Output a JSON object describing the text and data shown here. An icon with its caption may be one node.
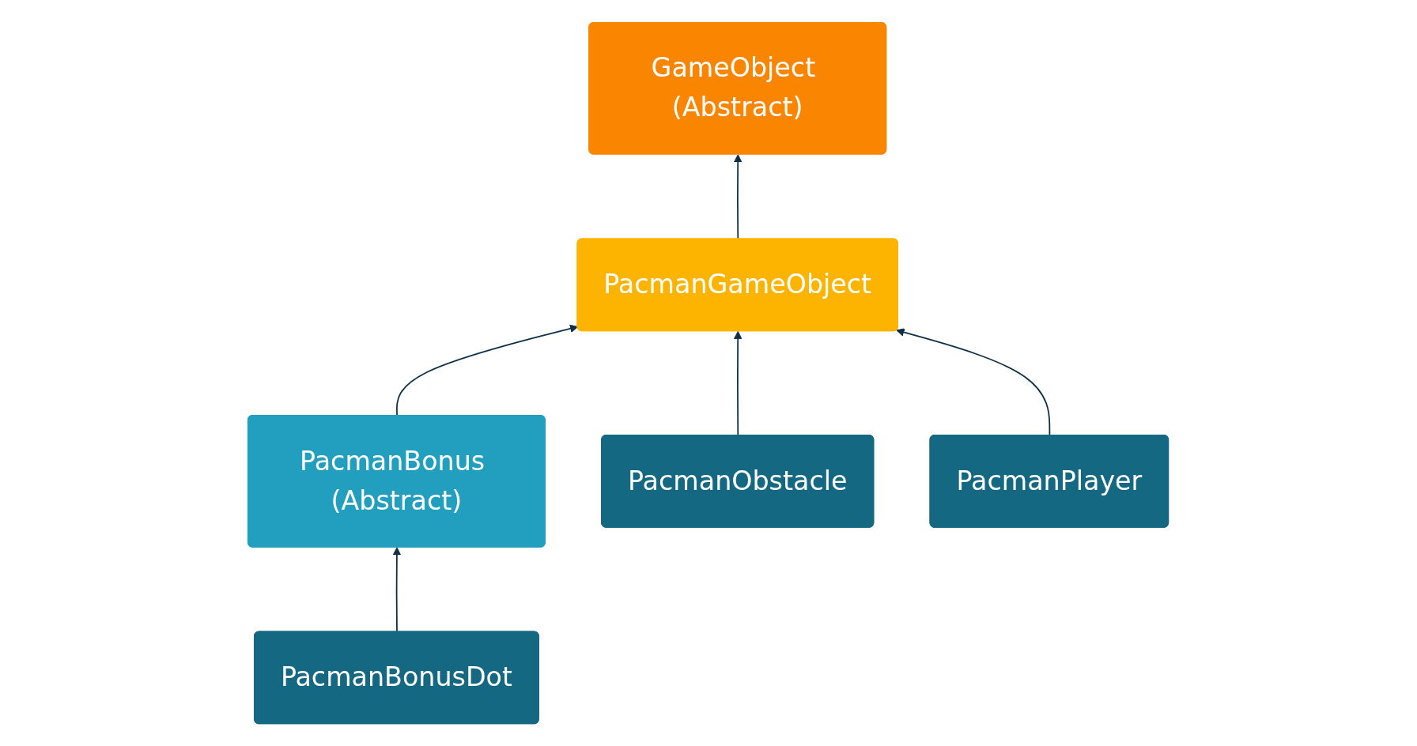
{
  "diagram": {
    "nodes": [
      {
        "text": [
          "GameObject (Abstract)"
        ]
      },
      {
        "text": [
          "PacmanGameObject"
        ]
      },
      {
        "text": [
          "PacmanBonus (Abstract)"
        ]
      },
      {
        "text": [
          "PacmanObstacle"
        ]
      },
      {
        "text": [
          "PacmanPlayer"
        ]
      },
      {
        "text": [
          "PacmanBonusDot"
        ]
      }
    ],
    "edges": [
      {
        "from": 1,
        "to": 0,
        "arrow": "to"
      },
      {
        "from": 2,
        "to": 1,
        "arrow": "to"
      },
      {
        "from": 3,
        "to": 1,
        "arrow": "to"
      },
      {
        "from": 4,
        "to": 1,
        "arrow": "to"
      },
      {
        "from": 5,
        "to": 2,
        "arrow": "to"
      }
    ]
  }
}
